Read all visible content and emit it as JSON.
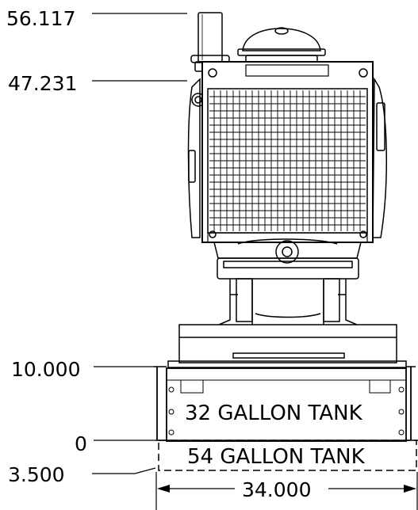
{
  "dimensions": {
    "top_exhaust": "56.117",
    "radiator_top": "47.231",
    "tank_top": "10.000",
    "datum": "0",
    "below_datum": "3.500",
    "width": "34.000"
  },
  "tanks": {
    "upper": "32 GALLON TANK",
    "lower": "54 GALLON TANK"
  }
}
